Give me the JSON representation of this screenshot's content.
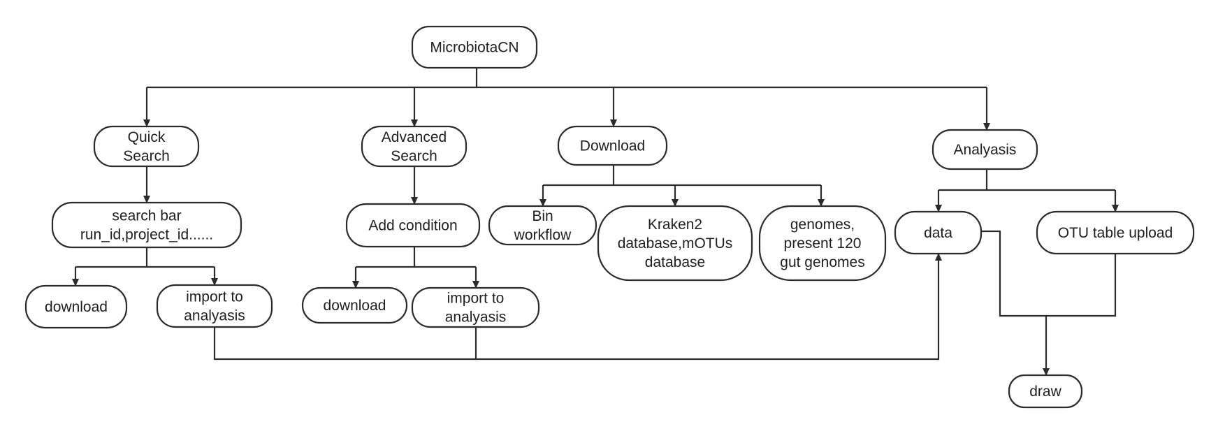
{
  "nodes": {
    "root": {
      "lines": [
        "MicrobiotaCN"
      ]
    },
    "quick_search": {
      "lines": [
        "Quick",
        "Search"
      ]
    },
    "advanced_search": {
      "lines": [
        "Advanced",
        "Search"
      ]
    },
    "download": {
      "lines": [
        "Download"
      ]
    },
    "analysis": {
      "lines": [
        "Analyasis"
      ]
    },
    "search_bar": {
      "lines": [
        "search bar",
        "run_id,project_id......"
      ]
    },
    "add_condition": {
      "lines": [
        "Add condition"
      ]
    },
    "qs_download": {
      "lines": [
        "download"
      ]
    },
    "qs_import": {
      "lines": [
        "import to",
        "analyasis"
      ]
    },
    "as_download": {
      "lines": [
        "download"
      ]
    },
    "as_import": {
      "lines": [
        "import to",
        "analyasis"
      ]
    },
    "bin_workflow": {
      "lines": [
        "Bin",
        "workflow"
      ]
    },
    "kraken2": {
      "lines": [
        "Kraken2",
        "database,mOTUs",
        "database"
      ]
    },
    "genomes": {
      "lines": [
        "genomes,",
        "present 120",
        "gut genomes"
      ]
    },
    "data": {
      "lines": [
        "data"
      ]
    },
    "otu_upload": {
      "lines": [
        "OTU table upload"
      ]
    },
    "draw": {
      "lines": [
        "draw"
      ]
    }
  }
}
